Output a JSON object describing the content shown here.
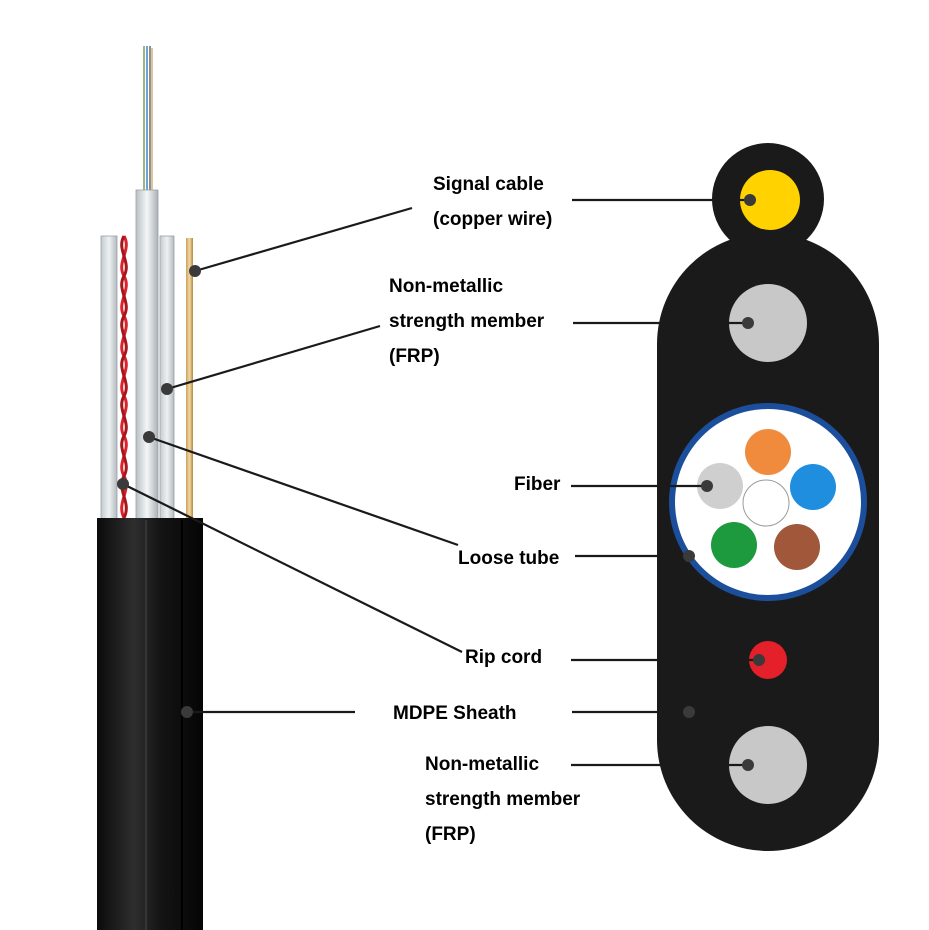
{
  "labels": {
    "signal_cable": [
      "Signal cable",
      "(copper wire)"
    ],
    "strength_member_top": [
      "Non-metallic",
      "strength member",
      "(FRP)"
    ],
    "fiber": "Fiber",
    "loose_tube": "Loose tube",
    "rip_cord": "Rip cord",
    "sheath": "MDPE Sheath",
    "strength_member_bottom": [
      "Non-metallic",
      "strength member",
      "(FRP)"
    ]
  },
  "colors": {
    "sheath": "#1a1a1a",
    "signal_wire": "#ffd200",
    "strength_member": "#c8c8c8",
    "tube_ring": "#1b4f9c",
    "rip_cord": "#e4202a",
    "fibers": [
      "#f08a3c",
      "#1f8ede",
      "#a0573a",
      "#1e9a3e",
      "#cfcfcf"
    ]
  }
}
